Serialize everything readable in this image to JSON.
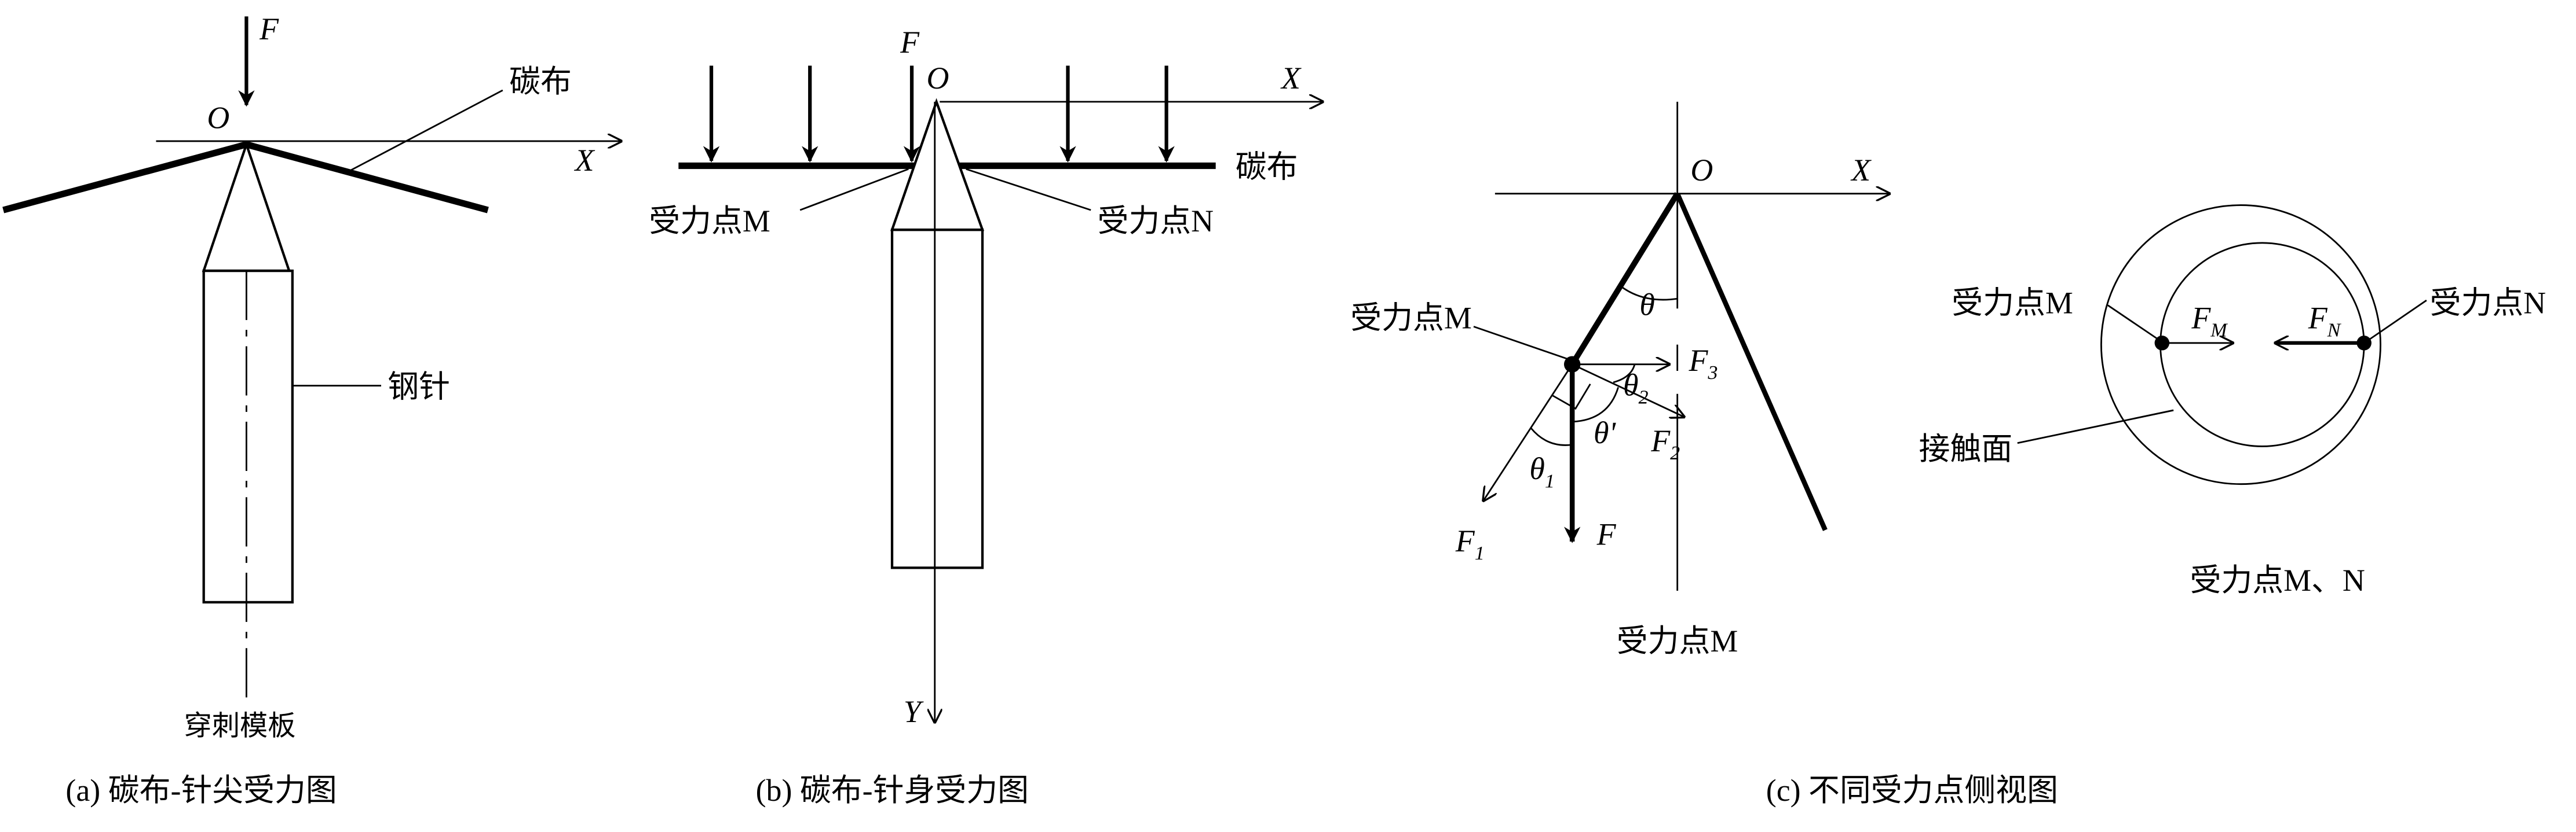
{
  "panel_a": {
    "force": "F",
    "origin": "O",
    "x_axis": "X",
    "cloth": "碳布",
    "needle": "钢针",
    "template": "穿刺模板",
    "caption": "(a)  碳布-针尖受力图"
  },
  "panel_b": {
    "force": "F",
    "origin": "O",
    "x_axis": "X",
    "y_axis": "Y",
    "cloth": "碳布",
    "point_m": "受力点M",
    "point_n": "受力点N",
    "caption": "(b)  碳布-针身受力图"
  },
  "panel_c": {
    "origin": "O",
    "x_axis": "X",
    "theta": "θ",
    "theta1": "θ",
    "theta1_sub": "1",
    "theta2": "θ",
    "theta2_sub": "2",
    "theta_prime": "θ'",
    "f": "F",
    "f1": "F",
    "f1_sub": "1",
    "f2": "F",
    "f2_sub": "2",
    "f3": "F",
    "f3_sub": "3",
    "point_m_label": "受力点M",
    "side_title": "受力点M",
    "fm": "F",
    "fm_sub": "M",
    "fn": "F",
    "fn_sub": "N",
    "circle_point_m": "受力点M",
    "circle_point_n": "受力点N",
    "contact_surface": "接触面",
    "circle_title": "受力点M、N",
    "caption": "(c)  不同受力点侧视图"
  }
}
